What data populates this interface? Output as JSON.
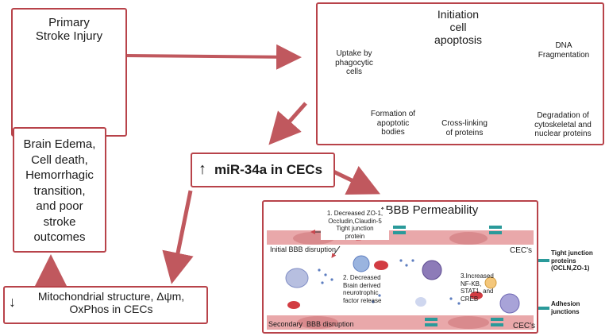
{
  "primary_injury": {
    "line1": "Primary",
    "line2": "Stroke Injury"
  },
  "apoptosis": {
    "title_line1": "Initiation",
    "title_line2": "cell",
    "title_line3": "apoptosis",
    "uptake": [
      "Uptake by",
      "phagocytic",
      "cells"
    ],
    "dna": [
      "DNA",
      "Fragmentation"
    ],
    "formation": [
      "Formation of",
      "apoptotic",
      "bodies"
    ],
    "crosslinking": [
      "Cross-linking",
      "of proteins"
    ],
    "degradation": [
      "Degradation of",
      "cytoskeletal and",
      "nuclear proteins"
    ]
  },
  "outcomes": [
    "Brain Edema,",
    "Cell death,",
    "Hemorrhagic",
    "transition,",
    "and poor",
    "stroke",
    "outcomes"
  ],
  "mir": {
    "arrow": "↑",
    "label": "miR-34a in CECs"
  },
  "mito": {
    "arrow": "↓",
    "line1": "Mitochondrial structure, Δψm,",
    "line2": "OxPhos in CECs"
  },
  "bbb": {
    "arrow": "↑",
    "title": "BBB Permeability",
    "note1": [
      "1. Decreased ZO-1,",
      "Occludin,Claudin-5",
      "Tight junction",
      "protein"
    ],
    "note2": [
      "2. Decreased",
      "Brain derived",
      "neurotrophic",
      "factor release"
    ],
    "note3": [
      "3.Increased",
      "NF-KB,",
      "STAT1, and",
      "CREB"
    ],
    "initial": "Initial BBB disruption",
    "secondary": "Secondary  BBB disruption",
    "cec_top": "CEC's",
    "cec_bottom": "CEC's"
  },
  "legend": {
    "tight": [
      "Tight junction",
      "proteins",
      "(OCLN,ZO-1)"
    ],
    "adhesion": [
      "Adhesion",
      "junctions"
    ]
  },
  "colors": {
    "border": "#b8434a",
    "arrow": "#c0585e",
    "cell": "#e2a4a6",
    "junction": "#2a9a9a"
  }
}
